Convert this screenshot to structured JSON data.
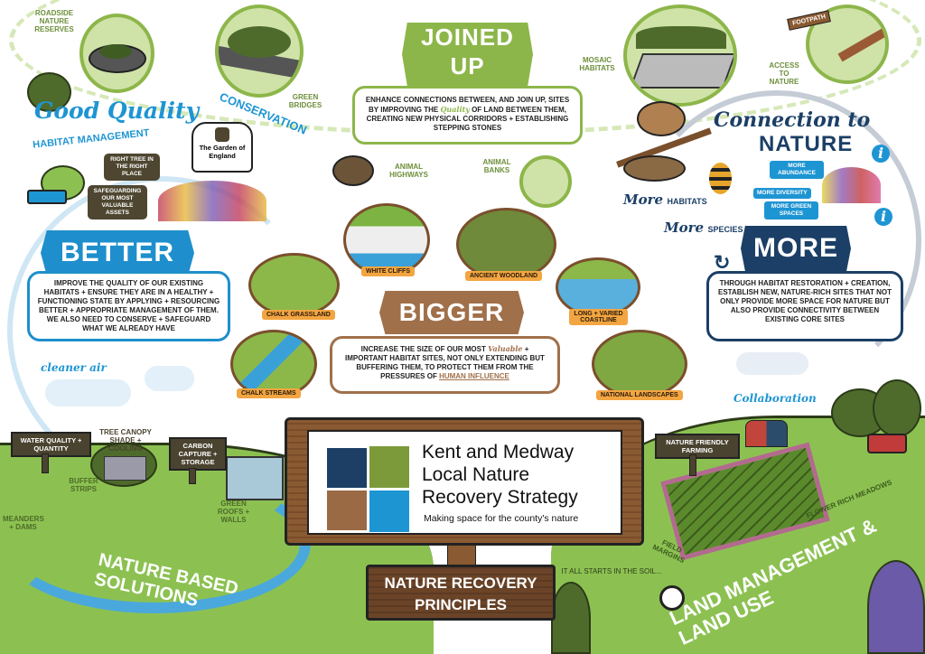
{
  "colors": {
    "joined_up": "#8db64a",
    "better": "#1e8fcc",
    "bigger": "#a0704a",
    "more": "#1b3f66",
    "habitat_tag": "#f2a541",
    "sign_wood": "#8a5a32"
  },
  "joined_up": {
    "title_line1": "JOINED",
    "title_line2": "UP",
    "text_parts": [
      "ENHANCE CONNECTIONS BETWEEN, AND JOIN UP, SITES BY IMPROVING THE ",
      "Quality",
      " OF LAND BETWEEN THEM, CREATING NEW PHYSICAL CORRIDORS + ESTABLISHING STEPPING STONES"
    ],
    "labels": {
      "roadside": "ROADSIDE NATURE RESERVES",
      "green_bridges": "GREEN BRIDGES",
      "mosaic": "MOSAIC HABITATS",
      "access": "ACCESS TO NATURE",
      "footpath": "FOOTPATH",
      "animal_highways": "ANIMAL HIGHWAYS",
      "animal_banks": "ANIMAL BANKS"
    }
  },
  "better": {
    "heading_script": "Good Quality",
    "heading_sub": "HABITAT MANAGEMENT",
    "conservation": "CONSERVATION",
    "bubble_tree": "RIGHT TREE IN THE RIGHT PLACE",
    "bubble_assets": "SAFEGUARDING OUR MOST VALUABLE ASSETS",
    "garden_sign": "The Garden of England",
    "title": "BETTER",
    "text": "IMPROVE THE QUALITY OF OUR EXISTING HABITATS + ENSURE THEY are in a HEALTHY + FUNCTIONING STATE by APPLYING + RESOURCING BETTER + APPROPRIATE MANAGEMENT of THEM. WE ALSO NEED TO CONSERVE + SAFEGUARD WHAT WE ALREADY HAVE"
  },
  "bigger": {
    "title": "BIGGER",
    "text_parts": [
      "INCREASE THE SIZE OF OUR MOST ",
      "Valuable",
      " + IMPORTANT HABITAT SITES, NOT ONLY EXTENDING BUT BUFFERING THEM, TO PROTECT THEM FROM THE PRESSURES OF ",
      "HUMAN INFLUENCE"
    ],
    "habitats": [
      "WHITE CLIFFS",
      "ANCIENT WOODLAND",
      "CHALK GRASSLAND",
      "LONG + VARIED COASTLINE",
      "CHALK STREAMS",
      "NATIONAL LANDSCAPES"
    ]
  },
  "more": {
    "heading_script": "Connection to",
    "heading_big": "NATURE",
    "bubbles": [
      "MORE ABUNDANCE",
      "MORE DIVERSITY",
      "MORE GREEN SPACES"
    ],
    "more_habitats_script": "More",
    "more_habitats": "HABITATS",
    "more_species_script": "More",
    "more_species": "SPECIES",
    "info_icon": "i",
    "title": "MORE",
    "text": "THROUGH HABITAT RESTORATION + CREATION, ESTABLISH NEW, NATURE-RICH SITES THAT NOT ONLY PROVIDE MORE SPACE FOR NATURE BUT ALSO PROVIDE CONNECTIVITY BETWEEN EXISTING CORE SITES"
  },
  "nature_based": {
    "cleaner_air": "cleaner air",
    "water_sign": "WATER QUALITY + QUANTITY",
    "tree_canopy": "TREE CANOPY SHADE + COOLING",
    "carbon_sign": "CARBON CAPTURE + STORAGE",
    "buffer": "BUFFER STRIPS",
    "meanders": "MEANDERS + DAMS",
    "green_roofs": "GREEN ROOFS + WALLS",
    "title": "NATURE BASED SOLUTIONS"
  },
  "land": {
    "collaboration": "Collaboration",
    "farming_sign": "NATURE FRIENDLY FARMING",
    "meadows": "FLOWER RICH MEADOWS",
    "margins": "FIELD MARGINS",
    "soil": "IT ALL STARTS IN THE SOIL...",
    "title": "LAND MANAGEMENT & LAND USE"
  },
  "main_sign": {
    "title_lines": [
      "Kent and Medway",
      "Local Nature",
      "Recovery Strategy"
    ],
    "tagline": "Making space for the county's nature",
    "logo_colors": [
      "#1d3f66",
      "#7d9a3a",
      "#9a6a45",
      "#1e95d3"
    ],
    "principles_line1": "NATURE RECOVERY",
    "principles_line2": "PRINCIPLES"
  }
}
